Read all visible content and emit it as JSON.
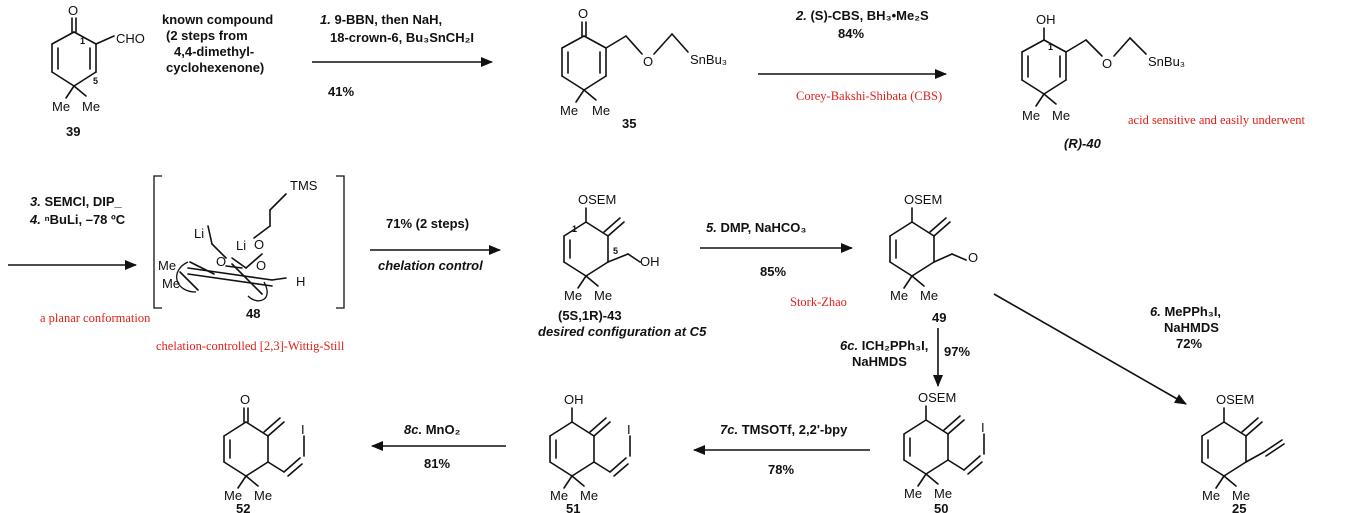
{
  "colors": {
    "annotation": "#e0201b",
    "ink": "#111111"
  },
  "compounds": {
    "c39": {
      "label": "39",
      "atoms": {
        "o": "O",
        "cho": "CHO",
        "me1": "Me",
        "me2": "Me",
        "n1": "1",
        "n5": "5"
      }
    },
    "c35": {
      "label": "35",
      "atoms": {
        "o_ket": "O",
        "o_eth": "O",
        "sn": "SnBu₃",
        "me1": "Me",
        "me2": "Me"
      }
    },
    "c40": {
      "label": "(R)-40",
      "atoms": {
        "oh": "OH",
        "n1": "1",
        "o_eth": "O",
        "sn": "SnBu₃",
        "me1": "Me",
        "me2": "Me"
      }
    },
    "c48": {
      "label": "48",
      "atoms": {
        "tms": "TMS",
        "li1": "Li",
        "li2": "Li",
        "o1": "O",
        "o2": "O",
        "o3": "O",
        "me1": "Me",
        "me2": "Me",
        "h": "H"
      }
    },
    "c43": {
      "label": "(5S,1R)-43",
      "caption": "desired configuration at C5",
      "atoms": {
        "osem": "OSEM",
        "n1": "1",
        "n5": "5",
        "oh": "OH",
        "me1": "Me",
        "me2": "Me"
      }
    },
    "c49": {
      "label": "49",
      "atoms": {
        "osem": "OSEM",
        "o": "O",
        "me1": "Me",
        "me2": "Me"
      }
    },
    "c50": {
      "label": "50",
      "atoms": {
        "osem": "OSEM",
        "i": "I",
        "me1": "Me",
        "me2": "Me"
      }
    },
    "c25": {
      "label": "25",
      "atoms": {
        "osem": "OSEM",
        "me1": "Me",
        "me2": "Me"
      }
    },
    "c51": {
      "label": "51",
      "atoms": {
        "oh": "OH",
        "i": "I",
        "me1": "Me",
        "me2": "Me"
      }
    },
    "c52": {
      "label": "52",
      "atoms": {
        "o": "O",
        "i": "I",
        "me1": "Me",
        "me2": "Me"
      }
    }
  },
  "notes": {
    "known_compound": [
      "known compound",
      "(2 steps from",
      "4,4-dimethyl-",
      "cyclohexenone)"
    ]
  },
  "steps": {
    "s1": {
      "num": "1.",
      "lines": [
        "9-BBN, then NaH,",
        "18-crown-6, Bu₃SnCH₂I"
      ],
      "yield": "41%"
    },
    "s2": {
      "num": "2.",
      "line": "(S)-CBS, BH₃•Me₂S",
      "yield": "84%"
    },
    "s3": {
      "num": "3.",
      "line": "SEMCl, DIP_"
    },
    "s4": {
      "num": "4.",
      "line": "ⁿBuLi, –78 ºC"
    },
    "s34": {
      "yield": "71% (2 steps)",
      "note": "chelation control"
    },
    "s5": {
      "num": "5.",
      "line": "DMP, NaHCO₃",
      "yield": "85%"
    },
    "s6": {
      "num": "6.",
      "lines": [
        "MePPh₃I,",
        "NaHMDS"
      ],
      "yield": "72%"
    },
    "s6c": {
      "num": "6c.",
      "lines": [
        "ICH₂PPh₃I,",
        "NaHMDS"
      ],
      "yield": "97%"
    },
    "s7c": {
      "num": "7c.",
      "line": "TMSOTf, 2,2'-bpy",
      "yield": "78%"
    },
    "s8c": {
      "num": "8c.",
      "line": "MnO₂",
      "yield": "81%"
    }
  },
  "annotations": {
    "cbs": "Corey-Bakshi-Shibata (CBS)",
    "acid": "acid sensitive and easily underwent",
    "planar": "a planar conformation",
    "wittig": "chelation-controlled [2,3]-Wittig-Still",
    "stork": "Stork-Zhao"
  }
}
